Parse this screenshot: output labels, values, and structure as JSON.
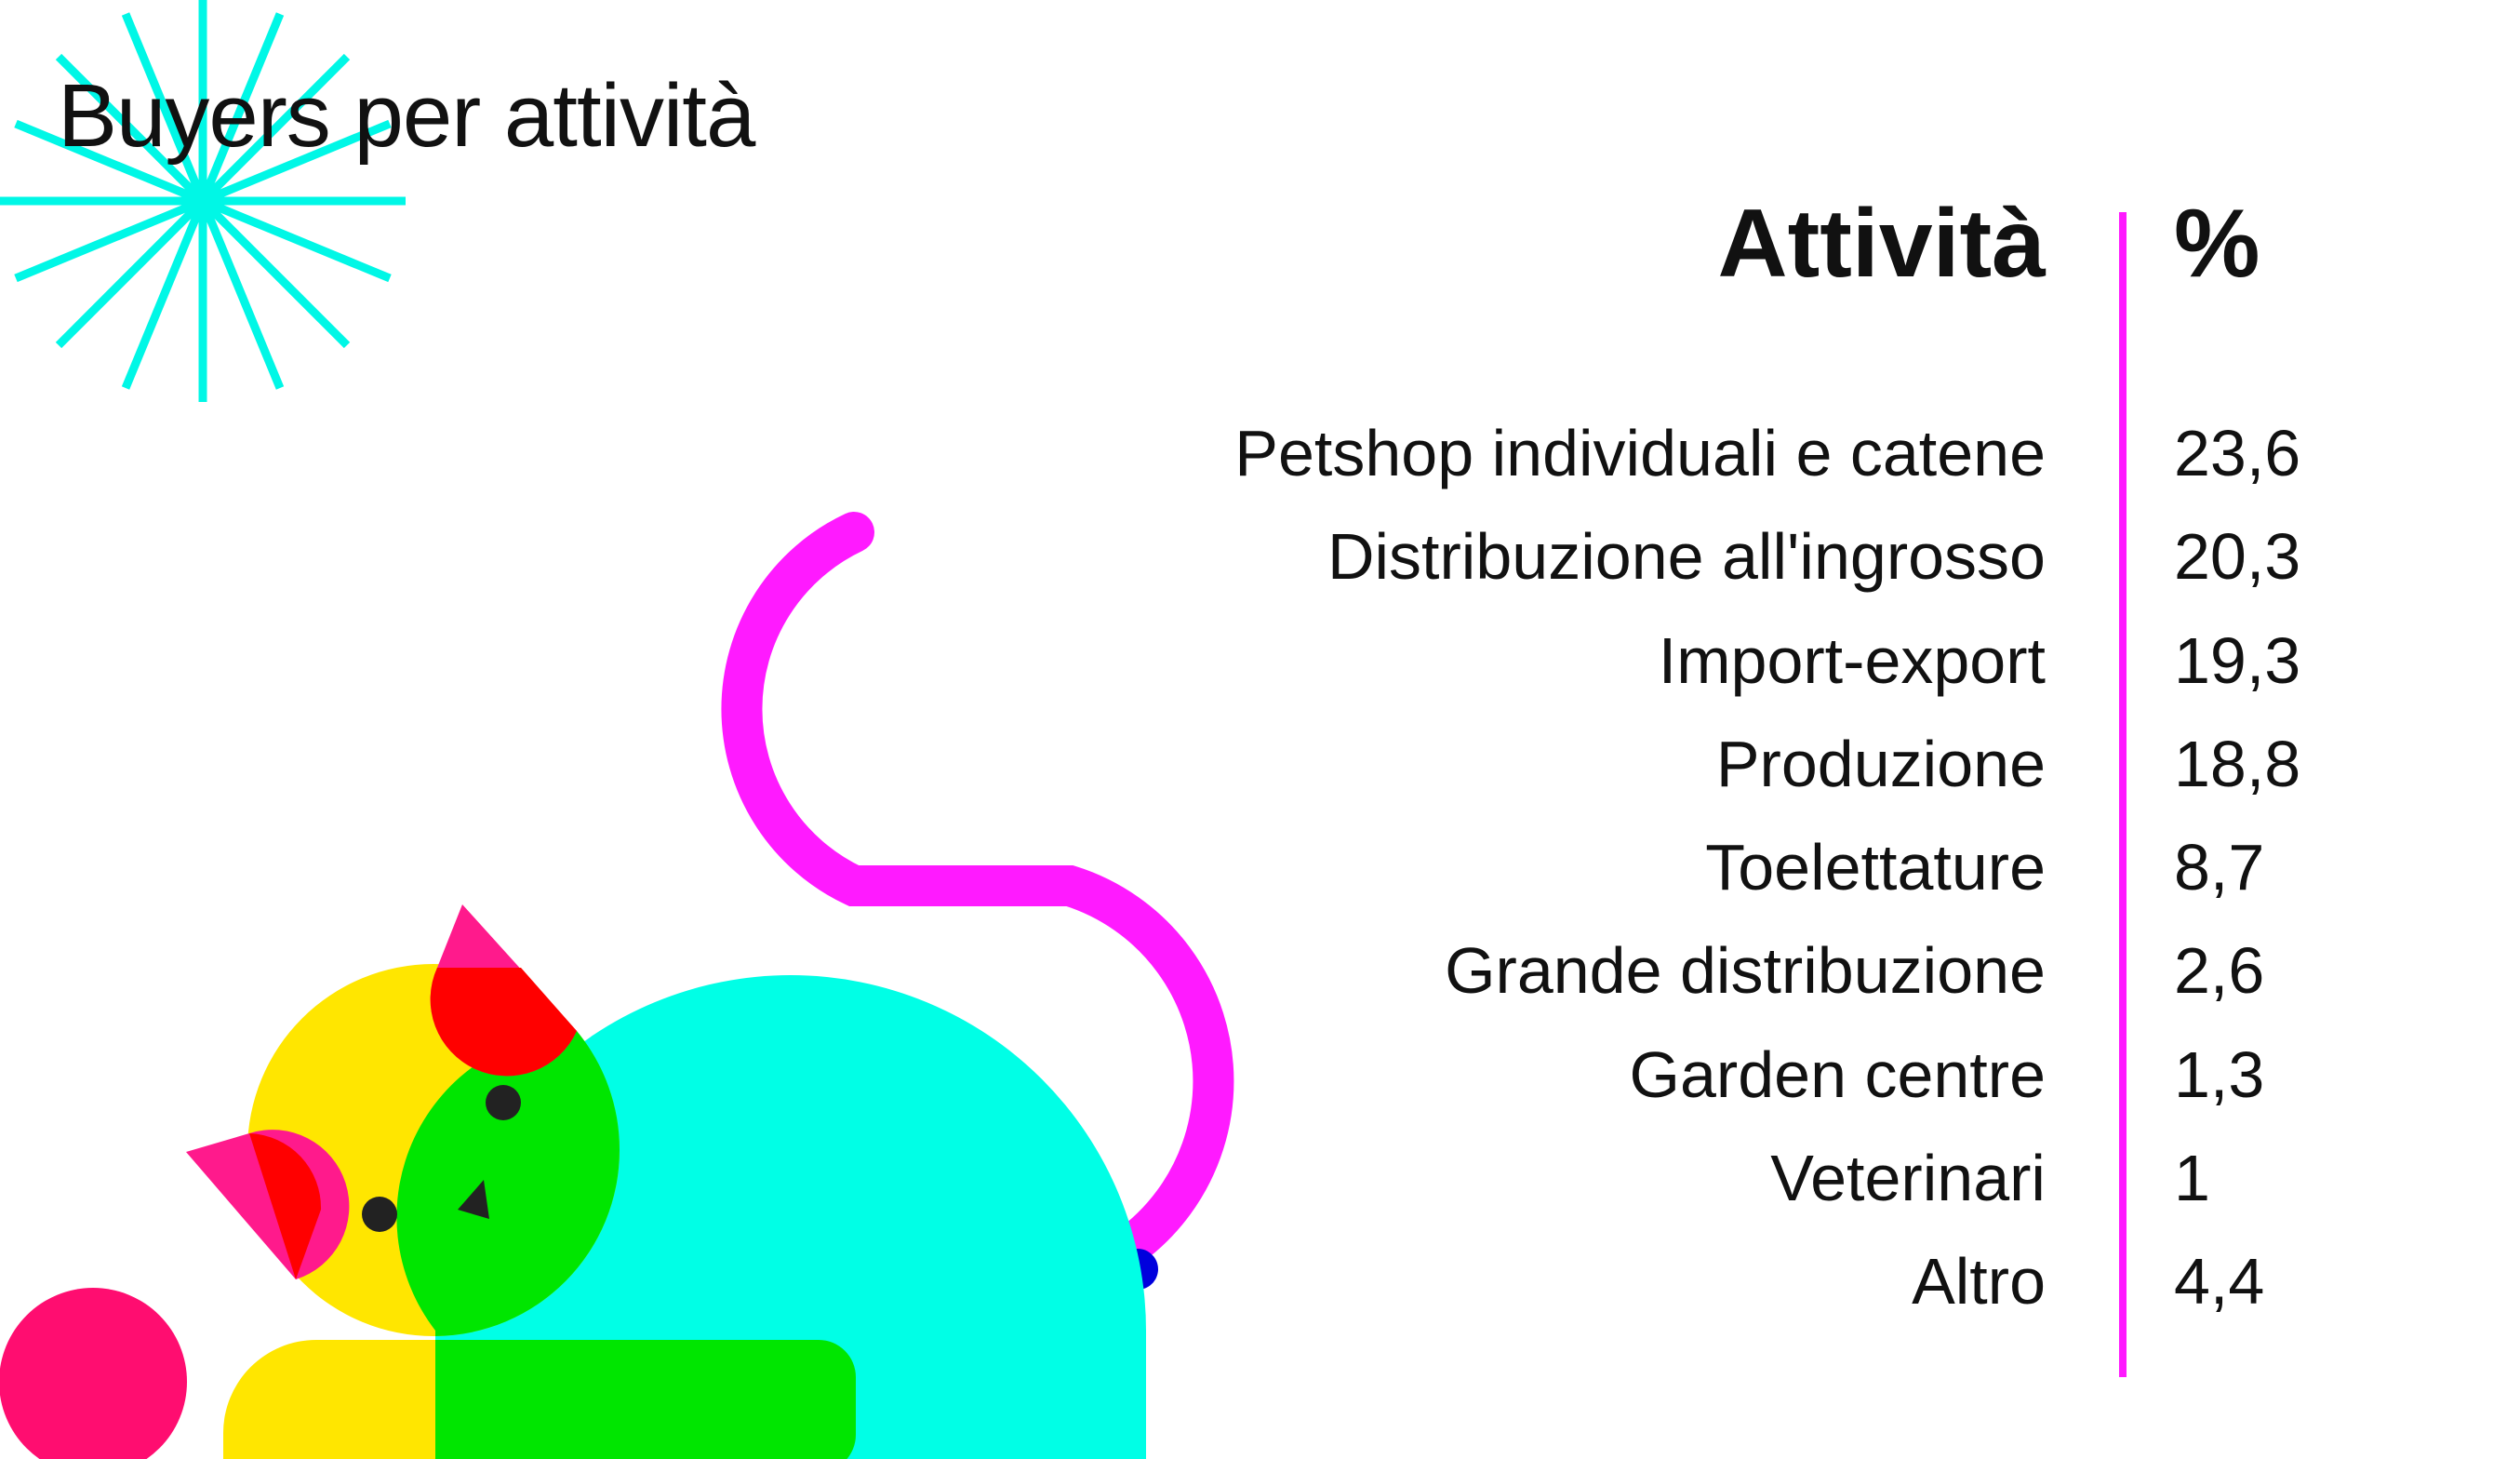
{
  "title": "Buyers per attività",
  "colors": {
    "divider": "#ff1aff",
    "starburst": "#00f7e6",
    "cat_body": "#00ffe6",
    "cat_head": "#ffe600",
    "cat_overlap": "#00e600",
    "cat_ears": "#ff0000",
    "cat_ear_tips": "#ff1a8c",
    "tail": "#ff1aff",
    "tail_tip": "#0000dd",
    "ball": "#ff0d70",
    "eyes": "#222222"
  },
  "icons": [
    "starburst-icon",
    "cat-illustration",
    "ball-icon"
  ],
  "chart_data": {
    "type": "table",
    "title": "Buyers per attività",
    "columns": [
      "Attività",
      "%"
    ],
    "rows": [
      {
        "label": "Petshop individuali e catene",
        "value": "23,6"
      },
      {
        "label": "Distribuzione all'ingrosso",
        "value": "20,3"
      },
      {
        "label": "Import-export",
        "value": "19,3"
      },
      {
        "label": "Produzione",
        "value": "18,8"
      },
      {
        "label": "Toelettature",
        "value": "8,7"
      },
      {
        "label": "Grande distribuzione",
        "value": "2,6"
      },
      {
        "label": "Garden centre",
        "value": "1,3"
      },
      {
        "label": "Veterinari",
        "value": "1"
      },
      {
        "label": "Altro",
        "value": "4,4"
      }
    ]
  }
}
